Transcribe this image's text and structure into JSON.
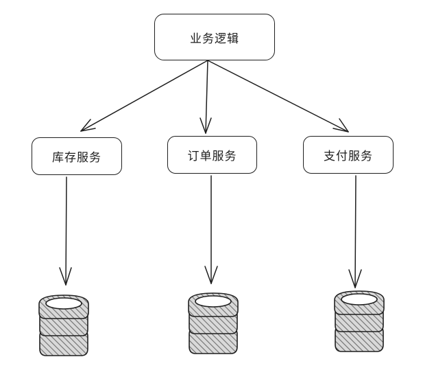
{
  "nodes": {
    "top": "业务逻辑",
    "inventory": "库存服务",
    "order": "订单服务",
    "payment": "支付服务"
  },
  "colors": {
    "stroke": "#1e1e1e",
    "hatch": "#7a7a7a",
    "fill": "#d9d9d9"
  },
  "database_icons": [
    "database-icon",
    "database-icon",
    "database-icon"
  ]
}
